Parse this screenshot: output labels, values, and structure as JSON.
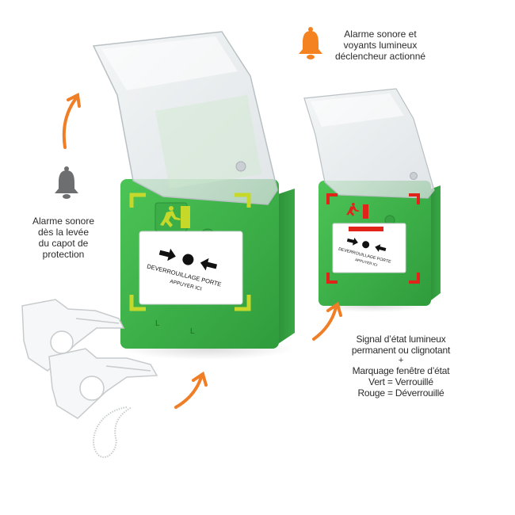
{
  "colors": {
    "body_green": "#3fb54a",
    "arrow_orange": "#f07e26",
    "bell_orange": "#f58220",
    "bell_grey": "#6d6e70",
    "indicator_yellow": "#c6d92b",
    "indicator_red": "#e2231a"
  },
  "icons": [
    "bell-icon",
    "arrow-icon",
    "running-man-icon"
  ],
  "callouts": {
    "top": {
      "lines": [
        "Alarme sonore et",
        "voyants lumineux",
        "déclencheur actionné"
      ]
    },
    "left": {
      "lines": [
        "Alarme sonore",
        "dès la levée",
        "du capot de",
        "protection"
      ]
    },
    "right": {
      "lines": [
        "Signal d’état lumineux",
        "permanent ou clignotant",
        "+",
        "Marquage fenêtre d’état",
        "Vert = Verrouillé",
        "Rouge = Déverrouillé"
      ]
    }
  },
  "device_large": {
    "window_text": "DEVERROUILLAGE PORTE",
    "sub_text": "APPUYER ICI"
  },
  "device_small": {
    "window_text": "DEVERROUILLAGE PORTE",
    "sub_text": "APPUYER ICI"
  }
}
